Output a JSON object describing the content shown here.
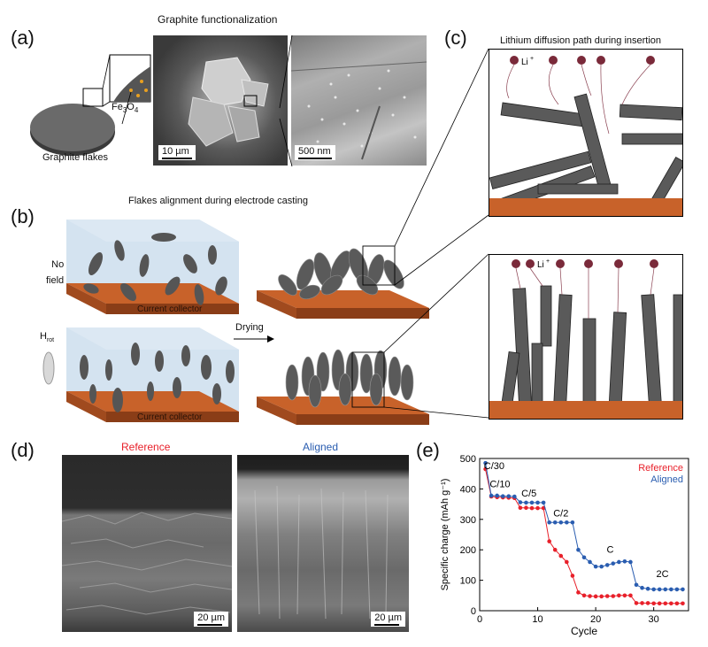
{
  "panel_a": {
    "label": "(a)",
    "title": "Graphite functionalization",
    "flake_label": "Graphite flakes",
    "fe3o4_label_main": "Fe",
    "fe3o4_sub1": "3",
    "fe3o4_mid": "O",
    "fe3o4_sub2": "4",
    "scale_left": "10 µm",
    "scale_right": "500 nm"
  },
  "panel_b": {
    "label": "(b)",
    "title": "Flakes alignment during electrode casting",
    "no_field": "No\nfield",
    "hrot_main": "H",
    "hrot_sub": "rot",
    "current_collector": "Current collector",
    "drying": "Drying"
  },
  "panel_c": {
    "label": "(c)",
    "title": "Lithium diffusion path during insertion",
    "li_label": "Li",
    "li_sup": "+"
  },
  "panel_d": {
    "label": "(d)",
    "reference": "Reference",
    "aligned": "Aligned",
    "scale_left": "20 µm",
    "scale_right": "20 µm"
  },
  "panel_e": {
    "label": "(e)"
  },
  "colors": {
    "reference": "#e8202a",
    "aligned": "#2a5db0",
    "copper": "#c8622a",
    "li_dot": "#7a2a3a",
    "flake": "#555555"
  },
  "chart_data": {
    "type": "line",
    "xlabel": "Cycle",
    "ylabel": "Specific charge (mAh g⁻¹)",
    "xlim": [
      0,
      36
    ],
    "ylim": [
      0,
      500
    ],
    "xticks": [
      0,
      10,
      20,
      30
    ],
    "yticks": [
      0,
      100,
      200,
      300,
      400,
      500
    ],
    "legend_position": "top-right",
    "rate_labels": [
      {
        "text": "C/30",
        "x": 2.5,
        "y": 465
      },
      {
        "text": "C/10",
        "x": 3.5,
        "y": 405
      },
      {
        "text": "C/5",
        "x": 8.5,
        "y": 375
      },
      {
        "text": "C/2",
        "x": 14,
        "y": 310
      },
      {
        "text": "C",
        "x": 22.5,
        "y": 190
      },
      {
        "text": "2C",
        "x": 31.5,
        "y": 110
      }
    ],
    "series": [
      {
        "name": "Reference",
        "x": [
          1,
          2,
          3,
          4,
          5,
          6,
          7,
          8,
          9,
          10,
          11,
          12,
          13,
          14,
          15,
          16,
          17,
          18,
          19,
          20,
          21,
          22,
          23,
          24,
          25,
          26,
          27,
          28,
          29,
          30,
          31,
          32,
          33,
          34,
          35
        ],
        "y": [
          465,
          375,
          373,
          372,
          371,
          370,
          338,
          338,
          337,
          337,
          337,
          228,
          200,
          180,
          160,
          115,
          60,
          50,
          48,
          47,
          47,
          48,
          48,
          50,
          50,
          50,
          25,
          25,
          25,
          24,
          24,
          24,
          24,
          24,
          24
        ]
      },
      {
        "name": "Aligned",
        "x": [
          1,
          2,
          3,
          4,
          5,
          6,
          7,
          8,
          9,
          10,
          11,
          12,
          13,
          14,
          15,
          16,
          17,
          18,
          19,
          20,
          21,
          22,
          23,
          24,
          25,
          26,
          27,
          28,
          29,
          30,
          31,
          32,
          33,
          34,
          35
        ],
        "y": [
          485,
          378,
          378,
          376,
          376,
          375,
          356,
          355,
          355,
          355,
          355,
          290,
          290,
          290,
          290,
          290,
          200,
          175,
          160,
          145,
          145,
          150,
          155,
          160,
          162,
          160,
          85,
          75,
          72,
          70,
          70,
          70,
          70,
          70,
          70
        ]
      }
    ]
  }
}
